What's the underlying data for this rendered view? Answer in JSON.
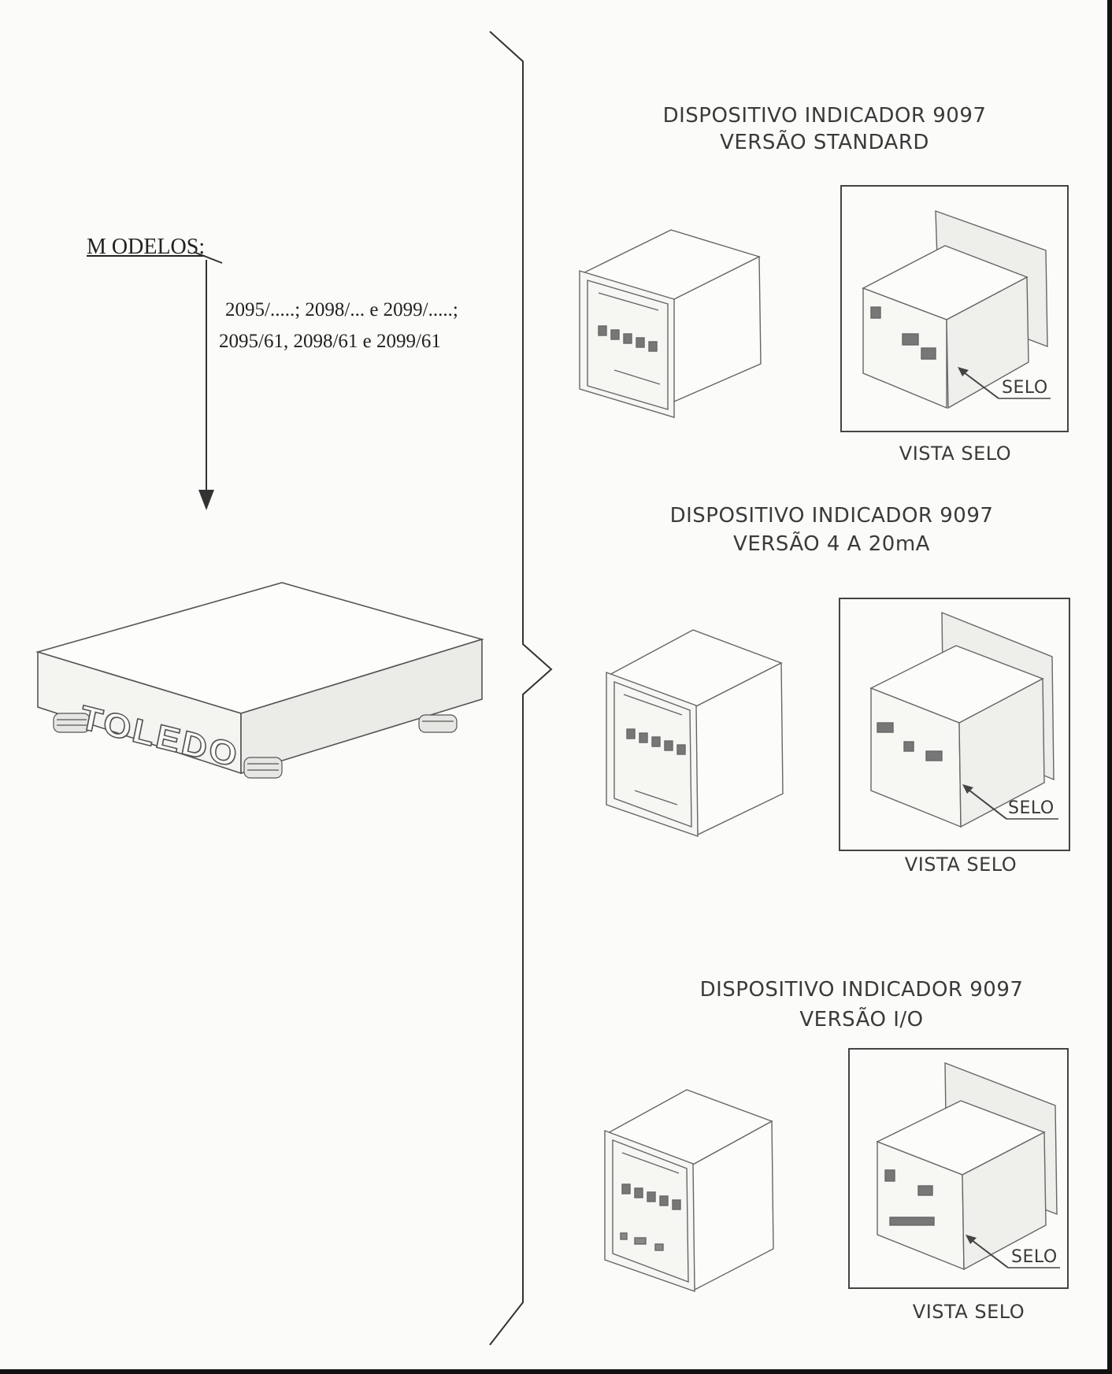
{
  "left": {
    "models_heading": "M ODELOS:",
    "models_line1": "2095/.....; 2098/...  e 2099/.....;",
    "models_line2": "2095/61,  2098/61  e  2099/61",
    "platform_logo": "TOLEDO"
  },
  "devices": [
    {
      "title": "DISPOSITIVO INDICADOR 9097",
      "version": "VERSÃO STANDARD",
      "seal_label": "SELO",
      "view_caption": "VISTA SELO"
    },
    {
      "title": "DISPOSITIVO INDICADOR 9097",
      "version": "VERSÃO 4 A 20mA",
      "seal_label": "SELO",
      "view_caption": "VISTA SELO"
    },
    {
      "title": "DISPOSITIVO INDICADOR 9097",
      "version": "VERSÃO I/O",
      "seal_label": "SELO",
      "view_caption": "VISTA SELO"
    }
  ],
  "colors": {
    "ink": "#2a2a2a",
    "line": "#444444",
    "paper": "#fbfbf9",
    "border": "#111111"
  }
}
